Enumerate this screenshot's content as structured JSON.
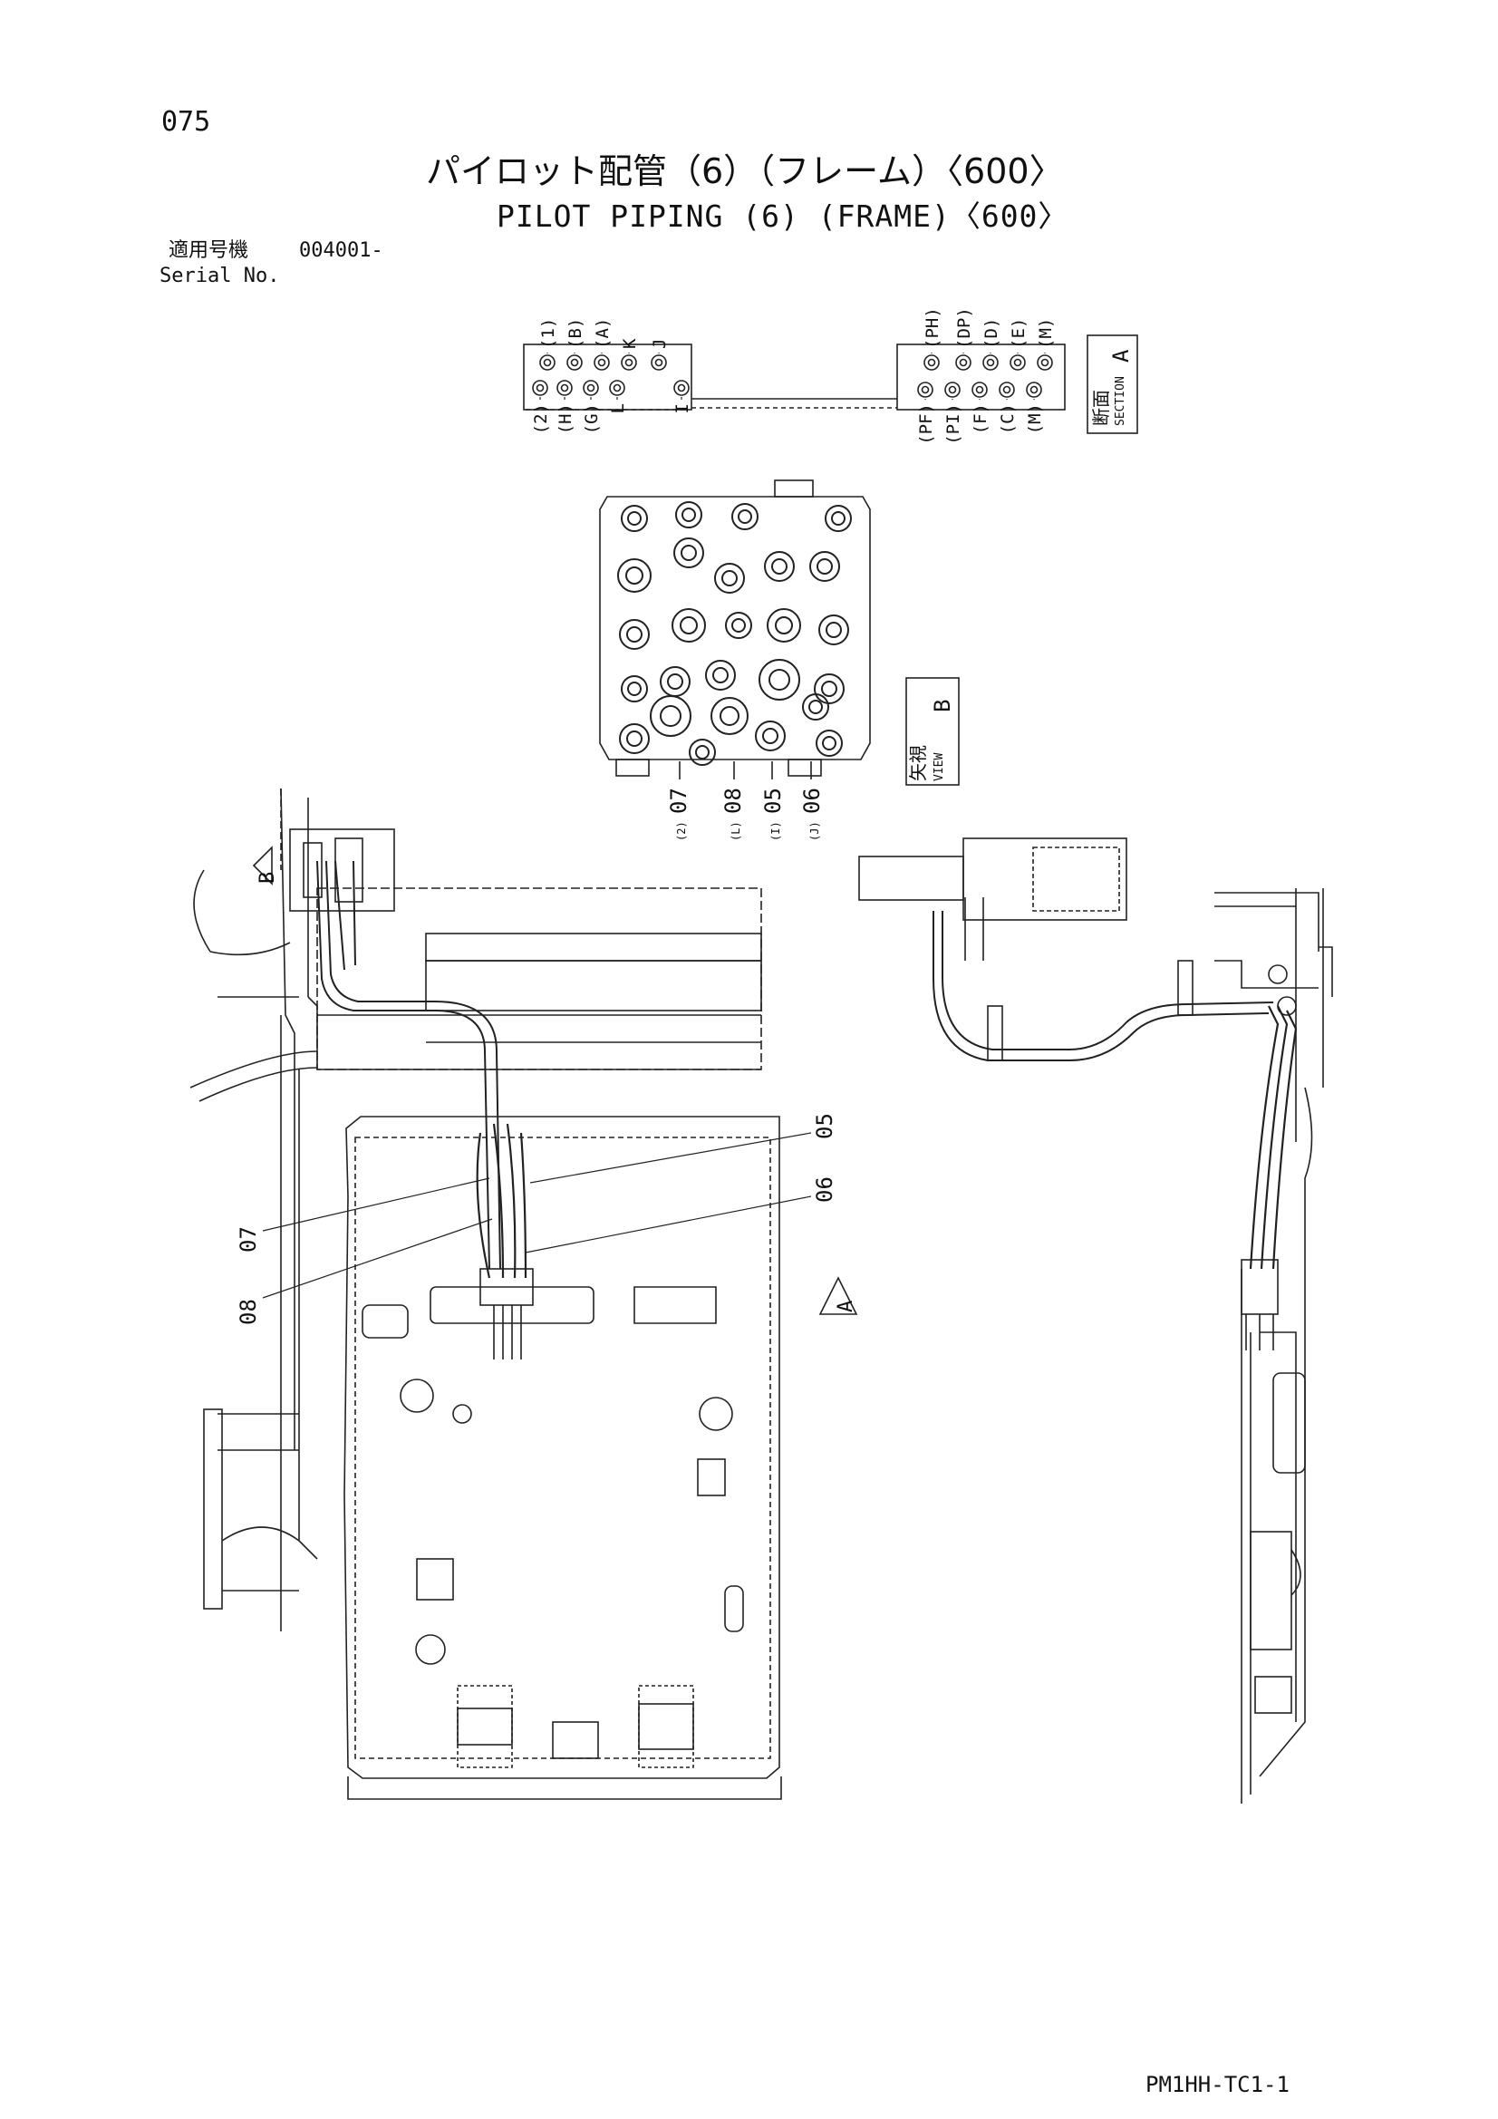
{
  "page_number": "075",
  "title_jp": "パイロット配管（6）（フレーム）〈600〉",
  "title_en": "PILOT PIPING (6) (FRAME)〈600〉",
  "serial": {
    "label_jp": "適用号機",
    "value": "004001-",
    "label_en": "Serial No."
  },
  "section_a": {
    "top_left_ports": [
      "(1)",
      "(B)",
      "(A)",
      "K",
      "J"
    ],
    "bottom_left_ports": [
      "(2)",
      "(H)",
      "(G)",
      "L",
      "I"
    ],
    "top_right_ports": [
      "(PH)",
      "(DP)",
      "(D)",
      "(E)",
      "(M)"
    ],
    "bottom_right_ports": [
      "(PF)",
      "(PI)",
      "(F)",
      "(C)",
      "(M)"
    ],
    "tag_jp": "断面",
    "tag_en": "SECTION",
    "tag_letter": "A"
  },
  "view_b": {
    "tag_jp": "矢視",
    "tag_en": "VIEW",
    "tag_letter": "B",
    "callouts": [
      {
        "prefix": "(2)",
        "num": "07"
      },
      {
        "prefix": "(L)",
        "num": "08"
      },
      {
        "prefix": "(I)",
        "num": "05"
      },
      {
        "prefix": "(J)",
        "num": "06"
      }
    ]
  },
  "main_view": {
    "callouts": [
      "05",
      "06",
      "07",
      "08"
    ],
    "arrow_b": "B",
    "arrow_a": "A"
  },
  "doc_code": "PM1HH-TC1-1"
}
